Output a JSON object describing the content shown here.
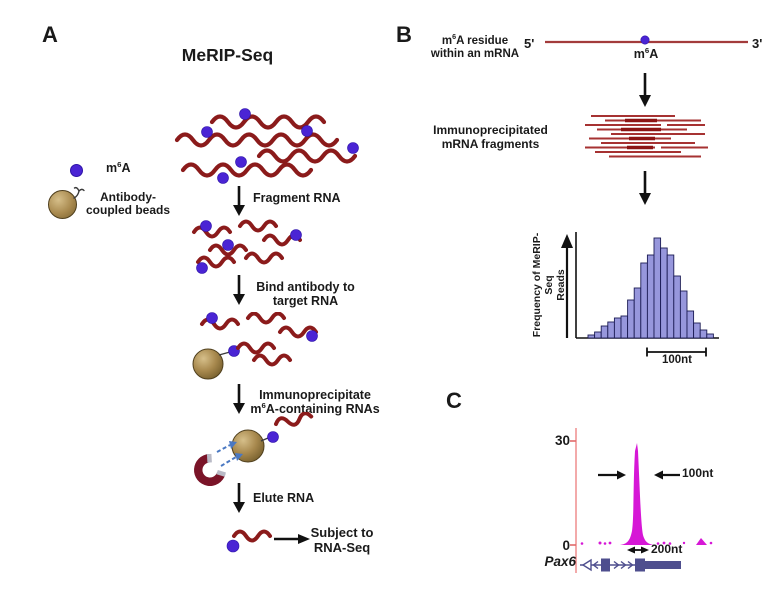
{
  "panel_a": {
    "label": "A",
    "title": "MeRIP-Seq",
    "legend": {
      "m6a": {
        "pre": "m",
        "sup": "6",
        "post": "A"
      },
      "beads_line1": "Antibody-",
      "beads_line2": "coupled beads"
    },
    "steps": {
      "fragment": "Fragment RNA",
      "bind_line1": "Bind antibody to",
      "bind_line2": "target RNA",
      "ip_line1": "Immunoprecipitate",
      "ip_line2": {
        "pre": "m",
        "sup": "6",
        "post": "A-containing RNAs"
      },
      "elute": "Elute RNA",
      "subject_line1": "Subject to",
      "subject_line2": "RNA-Seq"
    }
  },
  "panel_b": {
    "label": "B",
    "header_line1": {
      "pre": "m",
      "sup": "6",
      "post": "A residue"
    },
    "header_line2": "within an mRNA",
    "five_prime": "5'",
    "three_prime": "3'",
    "m6a_site": {
      "pre": "m",
      "sup": "6",
      "post": "A"
    },
    "ip_line1": "Immunoprecipitated",
    "ip_line2": "mRNA fragments",
    "y_axis_line1": "Frequency of MeRIP-Seq",
    "y_axis_line2": "Reads",
    "scale_bar_label": "100nt"
  },
  "panel_c": {
    "label": "C",
    "y_max": "30",
    "y_min": "0",
    "peak_width_label": "100nt",
    "region_width_label": "200nt",
    "gene": "Pax6"
  },
  "chart_data": [
    {
      "type": "bar",
      "title": "Distribution of MeRIP-Seq reads around the m6A site",
      "xlabel": "",
      "ylabel": "Frequency of MeRIP-Seq Reads",
      "values": [
        3,
        6,
        12,
        16,
        20,
        22,
        38,
        50,
        75,
        83,
        100,
        90,
        83,
        62,
        47,
        27,
        15,
        8,
        4
      ],
      "ylim": [
        0,
        100
      ],
      "grid": false,
      "x_scale_bar": "100nt"
    },
    {
      "type": "area",
      "title": "MeRIP-Seq read coverage peak at Pax6",
      "ylim": [
        0,
        30
      ],
      "peak_max": 29,
      "peak_width_label": "100nt",
      "base_width_label": "200nt",
      "gene": "Pax6"
    }
  ],
  "colors": {
    "rna_red": "#8b1b1b",
    "fragment_red": "#a63232",
    "m6a_blue": "#4a24d4",
    "bead_gold": "#a8894e",
    "magnet_maroon": "#7a1428",
    "dashed_arrow_blue": "#4a78c2",
    "histogram_fill": "#9797dc",
    "histogram_outline": "#1c1c55",
    "peak_magenta": "#d617d6",
    "axis_pink": "#ee8585",
    "gene_blue": "#4e4e8e",
    "text": "#1a1a1a"
  }
}
